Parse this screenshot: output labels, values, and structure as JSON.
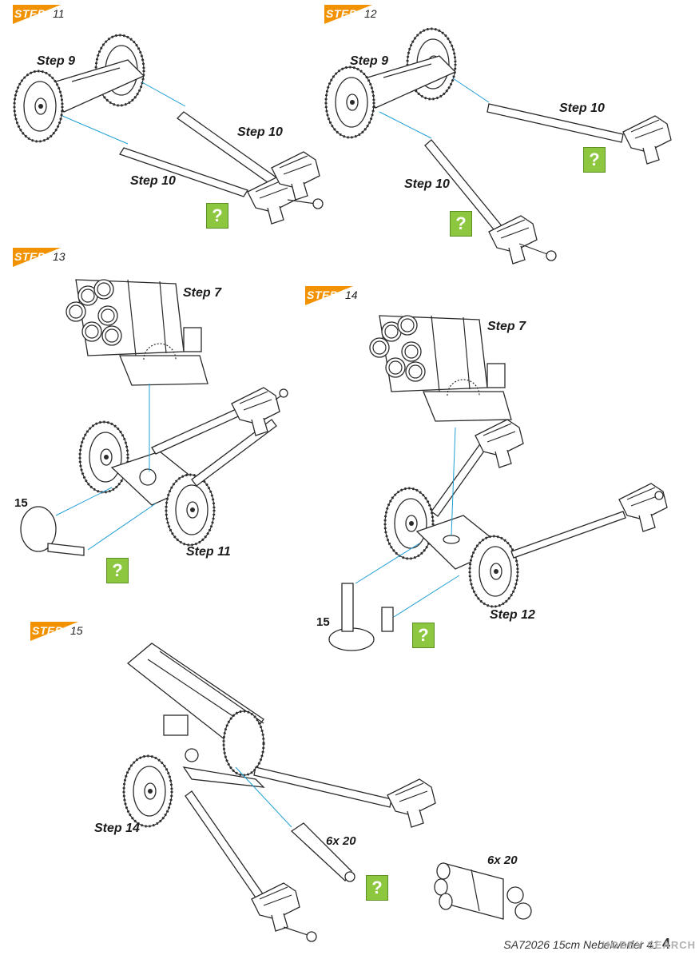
{
  "steps": [
    {
      "word": "STEP",
      "number": "11"
    },
    {
      "word": "STEP",
      "number": "12"
    },
    {
      "word": "STEP",
      "number": "13"
    },
    {
      "word": "STEP",
      "number": "14"
    },
    {
      "word": "STEP",
      "number": "15"
    }
  ],
  "labels": {
    "s11_step9": "Step 9",
    "s11_step10a": "Step 10",
    "s11_step10b": "Step 10",
    "s12_step9": "Step 9",
    "s12_step10a": "Step 10",
    "s12_step10b": "Step 10",
    "s13_step7": "Step 7",
    "s13_step11": "Step 11",
    "s13_part": "15",
    "s14_step7": "Step 7",
    "s14_step12": "Step 12",
    "s14_part": "15",
    "s15_step14": "Step 14",
    "s15_qty1": "6x 20",
    "s15_qty2": "6x 20"
  },
  "help_symbol": "?",
  "footer": {
    "text": "SA72026 15cm Nebelwerfer 41",
    "page": "4",
    "watermark": "HOBBY SEARCH"
  },
  "colors": {
    "step_tag": "#f39200",
    "help_box": "#8dc63f",
    "guide_arrow": "#1f9fd6"
  }
}
